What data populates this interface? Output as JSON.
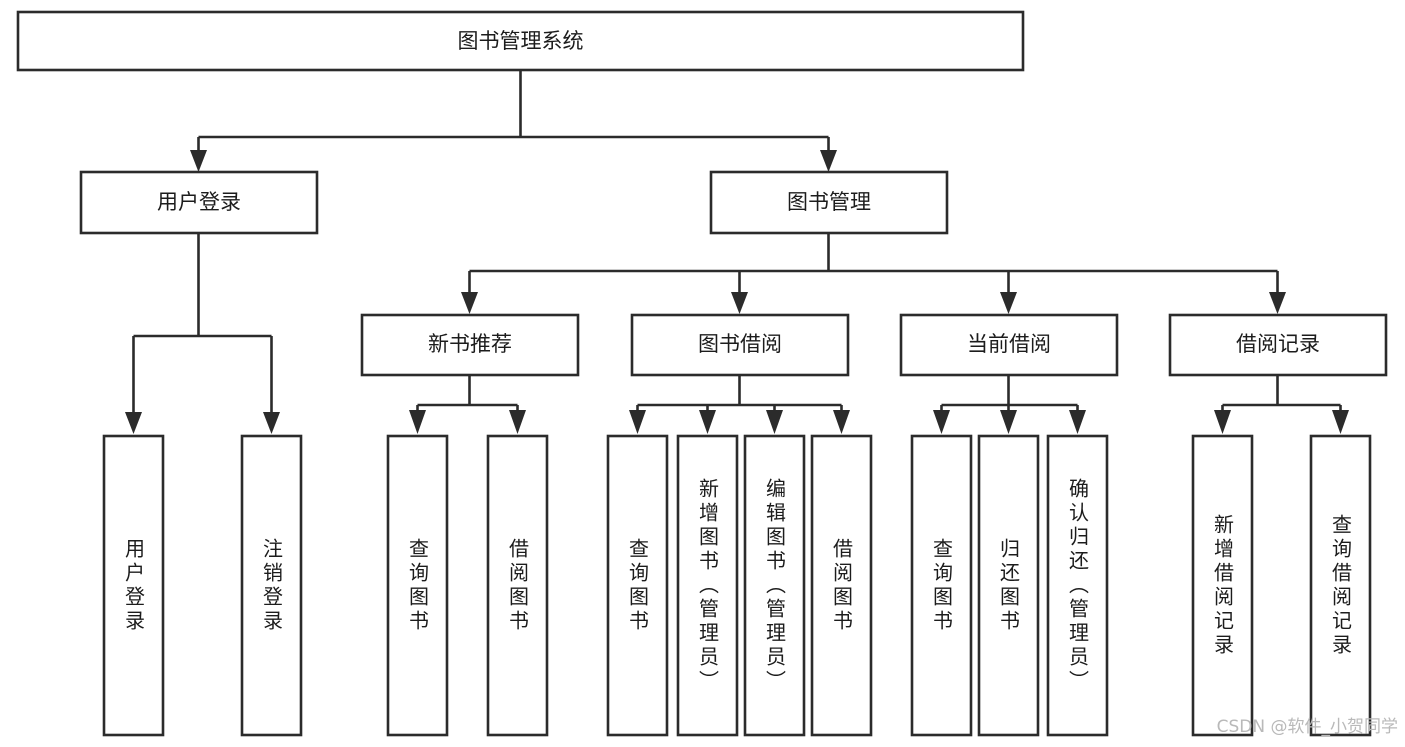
{
  "diagram": {
    "title": "图书管理系统",
    "type": "tree",
    "orientation": "top-down",
    "colors": {
      "box_stroke": "#2b2b2b",
      "box_fill": "#ffffff",
      "connector": "#2b2b2b",
      "text": "#1c1c1c",
      "watermark": "#b9b9b9",
      "background": "#ffffff"
    },
    "root": {
      "label": "图书管理系统",
      "orientation": "horizontal"
    },
    "level1": [
      {
        "label": "用户登录",
        "orientation": "horizontal"
      },
      {
        "label": "图书管理",
        "orientation": "horizontal"
      }
    ],
    "level2": [
      {
        "label": "新书推荐",
        "orientation": "horizontal",
        "parent": "图书管理"
      },
      {
        "label": "图书借阅",
        "orientation": "horizontal",
        "parent": "图书管理"
      },
      {
        "label": "当前借阅",
        "orientation": "horizontal",
        "parent": "图书管理"
      },
      {
        "label": "借阅记录",
        "orientation": "horizontal",
        "parent": "图书管理"
      }
    ],
    "leaves": {
      "user_login": [
        {
          "label": "用户登录",
          "orientation": "vertical"
        },
        {
          "label": "注销登录",
          "orientation": "vertical"
        }
      ],
      "new_book_recommend": [
        {
          "label": "查询图书",
          "orientation": "vertical"
        },
        {
          "label": "借阅图书",
          "orientation": "vertical"
        }
      ],
      "book_borrow": [
        {
          "label": "查询图书",
          "orientation": "vertical"
        },
        {
          "label": "新增图书（管理员）",
          "orientation": "vertical"
        },
        {
          "label": "编辑图书（管理员）",
          "orientation": "vertical"
        },
        {
          "label": "借阅图书",
          "orientation": "vertical"
        }
      ],
      "current_borrow": [
        {
          "label": "查询图书",
          "orientation": "vertical"
        },
        {
          "label": "归还图书",
          "orientation": "vertical"
        },
        {
          "label": "确认归还（管理员）",
          "orientation": "vertical"
        }
      ],
      "borrow_record": [
        {
          "label": "新增借阅记录",
          "orientation": "vertical"
        },
        {
          "label": "查询借阅记录",
          "orientation": "vertical"
        }
      ]
    },
    "watermark": "CSDN @软件_小贺同学"
  }
}
